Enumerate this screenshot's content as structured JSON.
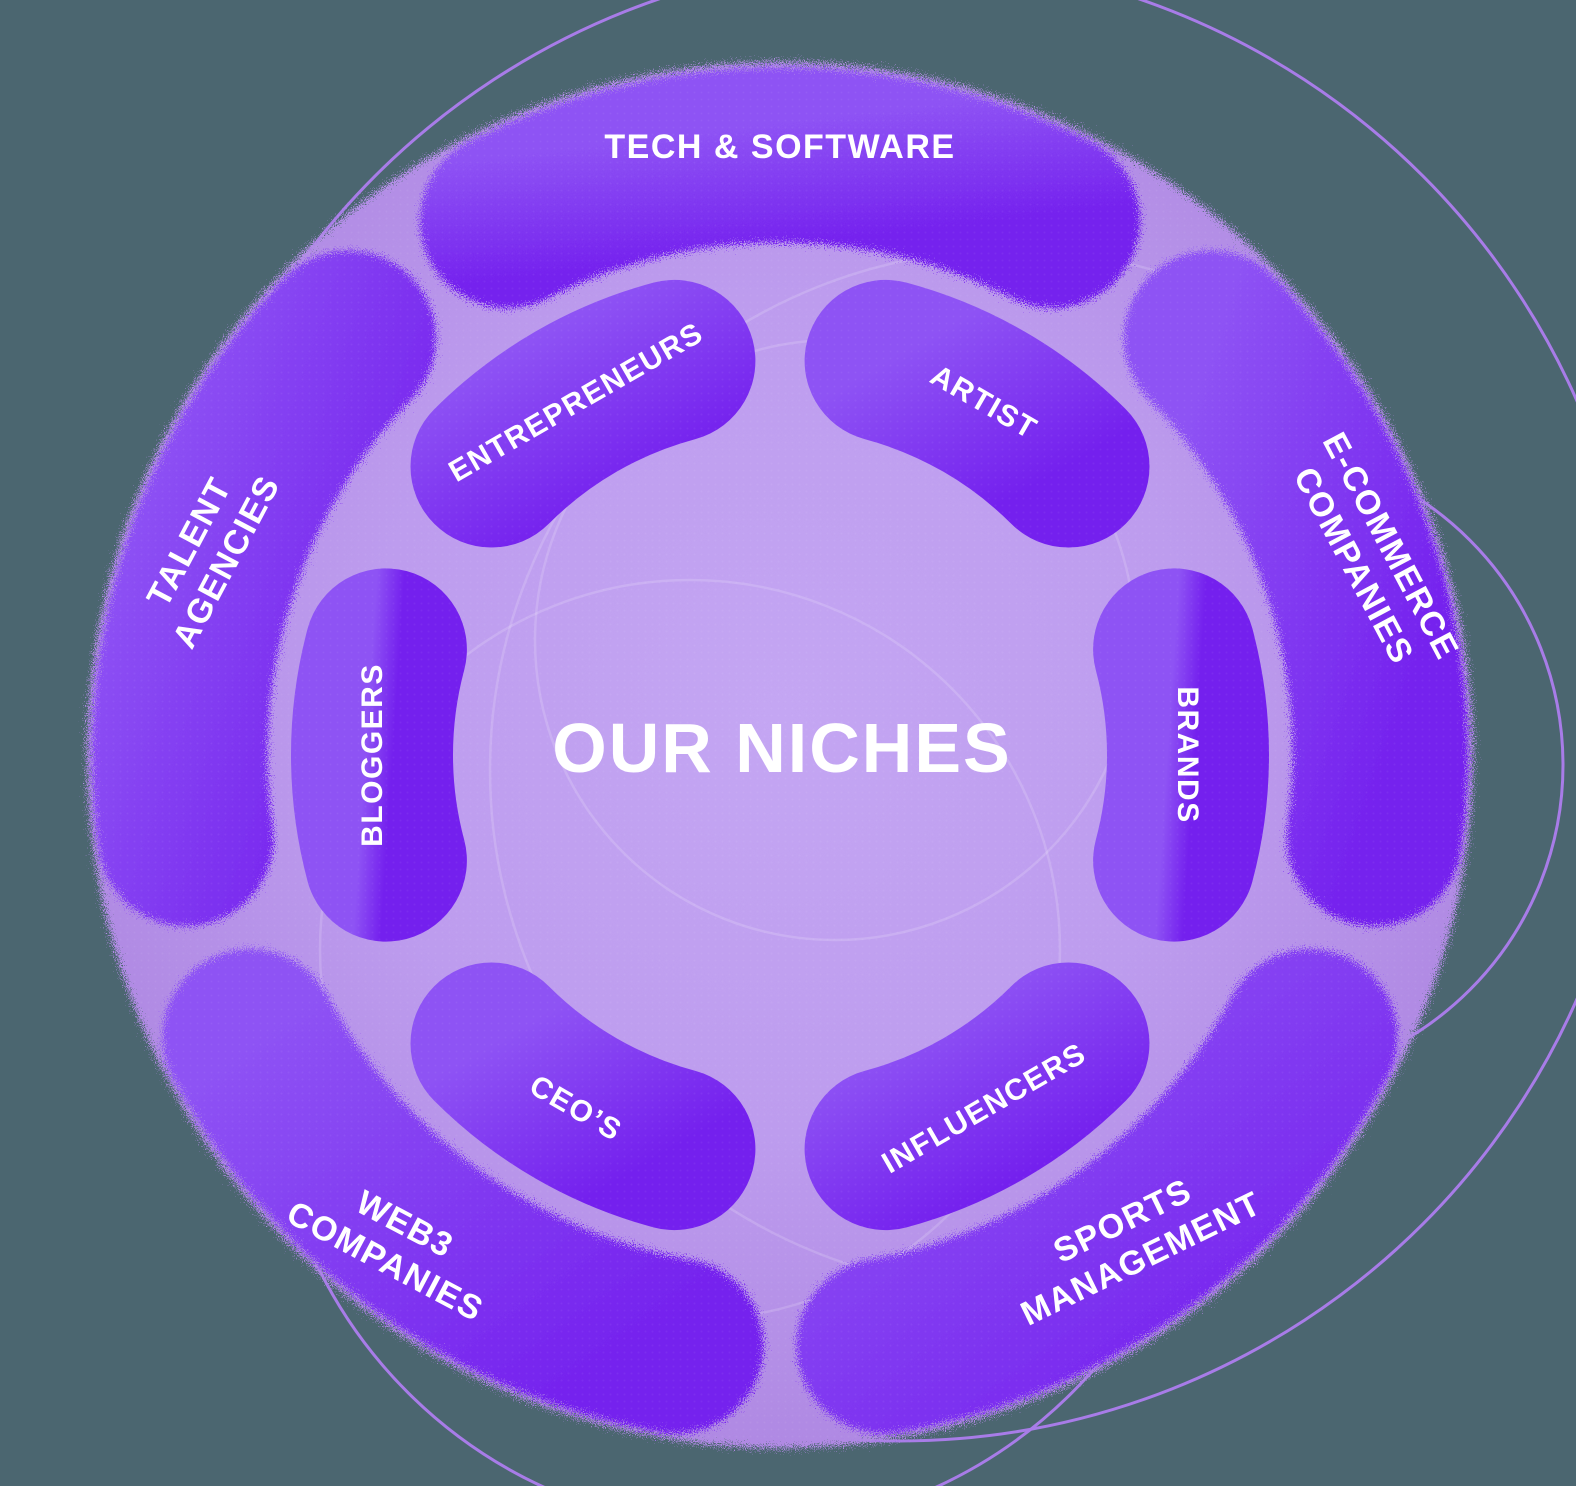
{
  "center": {
    "title": "OUR NICHES"
  },
  "outer_ring": {
    "tech": {
      "label": "TECH & SOFTWARE"
    },
    "ecommerce": {
      "line1": "E-COMMERCE",
      "line2": "COMPANIES"
    },
    "sports": {
      "line1": "SPORTS",
      "line2": "MANAGEMENT"
    },
    "web3": {
      "line1": "WEB3",
      "line2": "COMPANIES"
    },
    "talent": {
      "line1": "TALENT",
      "line2": "AGENCIES"
    }
  },
  "inner_ring": {
    "entrepreneurs": {
      "label": "ENTREPRENEURS"
    },
    "artist": {
      "label": "ARTIST"
    },
    "brands": {
      "label": "BRANDS"
    },
    "influencers": {
      "label": "INFLUENCERS"
    },
    "ceos": {
      "label": "CEO’S"
    },
    "bloggers": {
      "label": "BLOGGERS"
    }
  },
  "colors": {
    "backdrop": "#4B6670",
    "disc_center": "#C4A6F3",
    "disc_edge": "#AE87E2",
    "blob_light": "#8E53F4",
    "blob_dark": "#7420EE",
    "outline": "#A87CE8",
    "label_text": "#FFFFFF"
  }
}
